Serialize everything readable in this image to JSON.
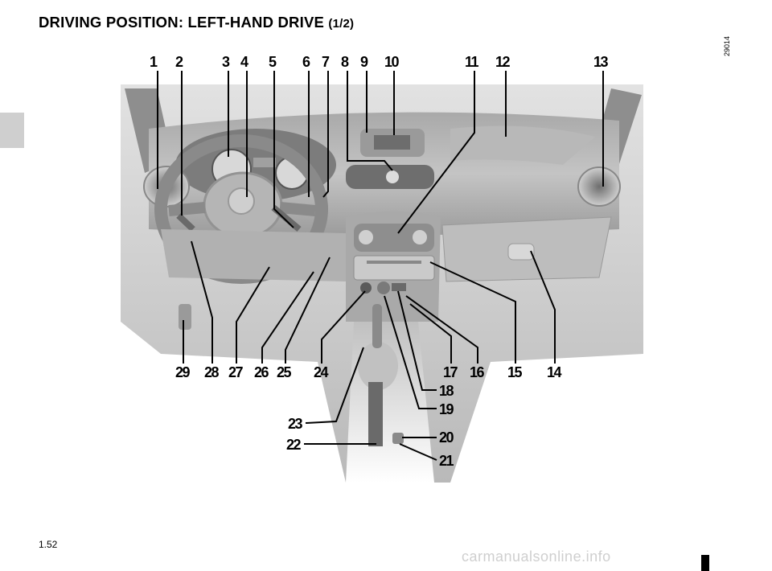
{
  "title": {
    "main": "DRIVING POSITION: LEFT-HAND DRIVE",
    "part": "(1/2)"
  },
  "figure_code": "29014",
  "page_number": "1.52",
  "watermark": "carmanualsonline.info",
  "callouts": {
    "c1": "1",
    "c2": "2",
    "c3": "3",
    "c4": "4",
    "c5": "5",
    "c6": "6",
    "c7": "7",
    "c8": "8",
    "c9": "9",
    "c10": "10",
    "c11": "11",
    "c12": "12",
    "c13": "13",
    "c14": "14",
    "c15": "15",
    "c16": "16",
    "c17": "17",
    "c18": "18",
    "c19": "19",
    "c20": "20",
    "c21": "21",
    "c22": "22",
    "c23": "23",
    "c24": "24",
    "c25": "25",
    "c26": "26",
    "c27": "27",
    "c28": "28",
    "c29": "29"
  }
}
